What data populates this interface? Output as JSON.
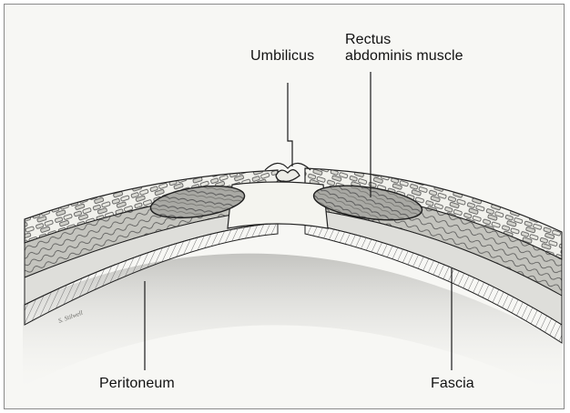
{
  "labels": {
    "umbilicus": "Umbilicus",
    "rectus_line1": "Rectus",
    "rectus_line2": "abdominis muscle",
    "peritoneum": "Peritoneum",
    "fascia": "Fascia"
  },
  "artist_signature": "S. Stilwell",
  "colors": {
    "background": "#f7f7f4",
    "ink": "#1f1f1f",
    "shade_dark": "#7d7d7d",
    "shade_mid": "#b9b9b4",
    "shade_light": "#e6e6e2",
    "frame": "#8a8a8a"
  }
}
